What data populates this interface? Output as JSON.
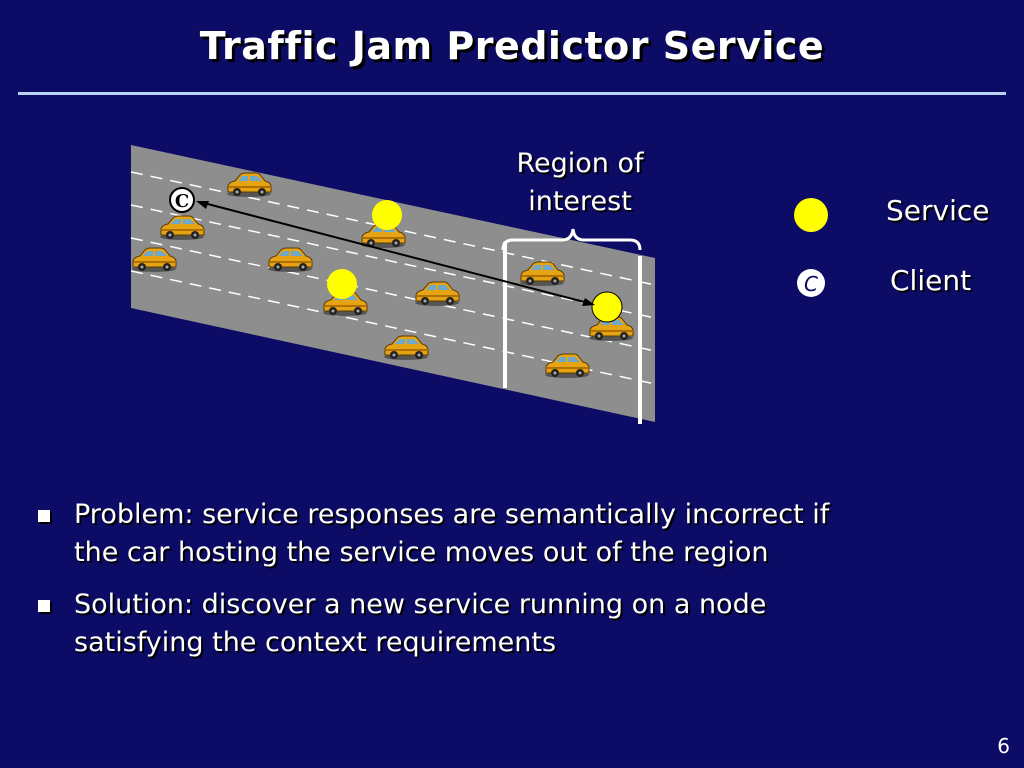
{
  "slide": {
    "title": "Traffic Jam Predictor Service",
    "page_number": "6"
  },
  "diagram": {
    "region_label_line1": "Region of",
    "region_label_line2": "interest",
    "client_marker_letter": "C"
  },
  "legend": {
    "service_label": "Service",
    "client_label": "Client",
    "client_symbol": "C"
  },
  "bullets": [
    {
      "line1": "Problem: service responses are semantically incorrect if",
      "line2": "the car hosting the service moves out of the region"
    },
    {
      "line1": "Solution: discover a new service running on a node",
      "line2": "satisfying the context requirements"
    }
  ],
  "colors": {
    "background": "#0c0c66",
    "road": "#8e8e8e",
    "service_dot": "#ffff00",
    "car": "#e6a415",
    "rule": "#b8d4f0"
  }
}
